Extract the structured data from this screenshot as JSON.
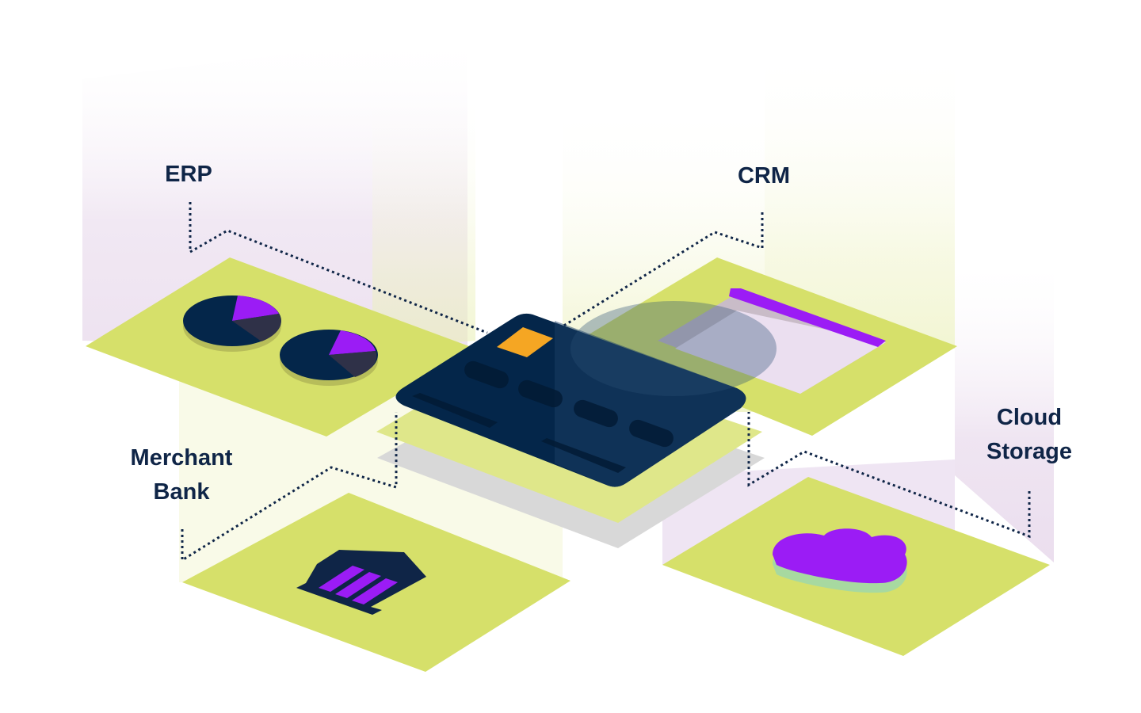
{
  "labels": {
    "erp": "ERP",
    "crm": "CRM",
    "merchant_bank_line1": "Merchant",
    "merchant_bank_line2": "Bank",
    "cloud_storage_line1": "Cloud",
    "cloud_storage_line2": "Storage"
  },
  "colors": {
    "plane": "#d6e06a",
    "navy": "#0f2547",
    "card": "#04264a",
    "chip": "#f5a623",
    "purple": "#9b1cf5",
    "lavender": "#ebdff0"
  }
}
